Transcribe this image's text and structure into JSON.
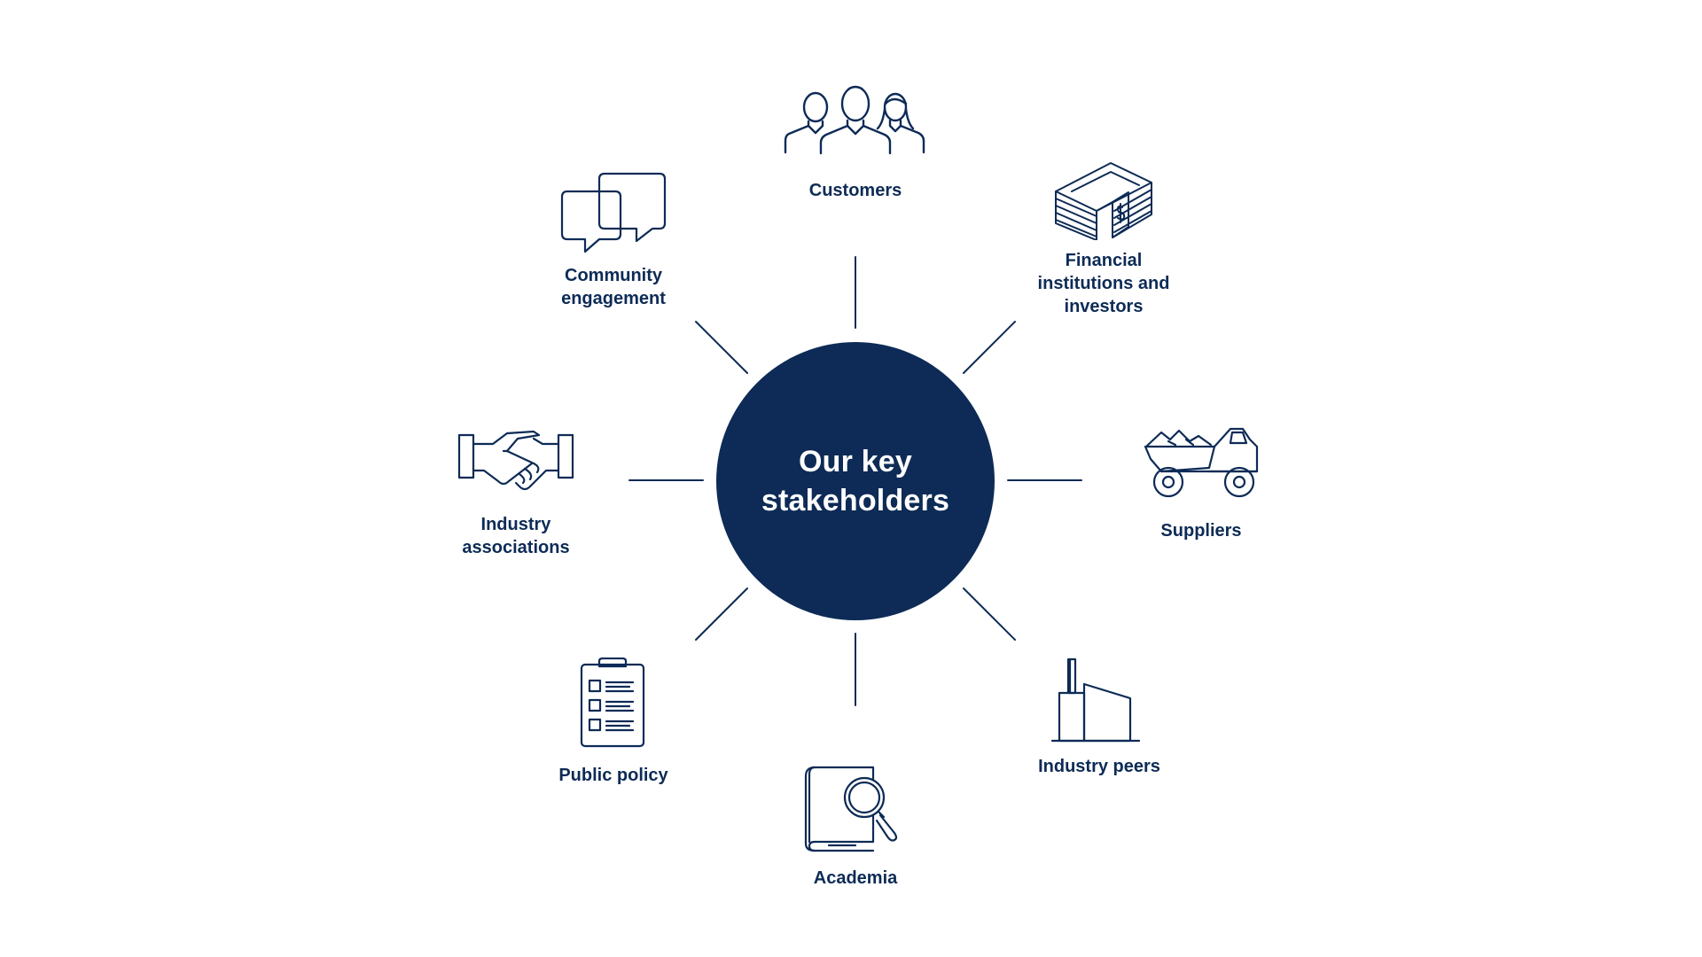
{
  "center": {
    "title": "Our key stakeholders"
  },
  "stakeholders": [
    {
      "label": "Customers",
      "icon": "people-group-icon"
    },
    {
      "label": "Financial\ninstitutions and\ninvestors",
      "icon": "money-stack-icon"
    },
    {
      "label": "Suppliers",
      "icon": "dump-truck-icon"
    },
    {
      "label": "Industry peers",
      "icon": "factory-icon"
    },
    {
      "label": "Academia",
      "icon": "book-magnifier-icon"
    },
    {
      "label": "Public policy",
      "icon": "clipboard-checklist-icon"
    },
    {
      "label": "Industry\nassociations",
      "icon": "handshake-icon"
    },
    {
      "label": "Community\nengagement",
      "icon": "speech-bubbles-icon"
    }
  ],
  "colors": {
    "navy": "#0d2b56",
    "background": "#ffffff"
  }
}
